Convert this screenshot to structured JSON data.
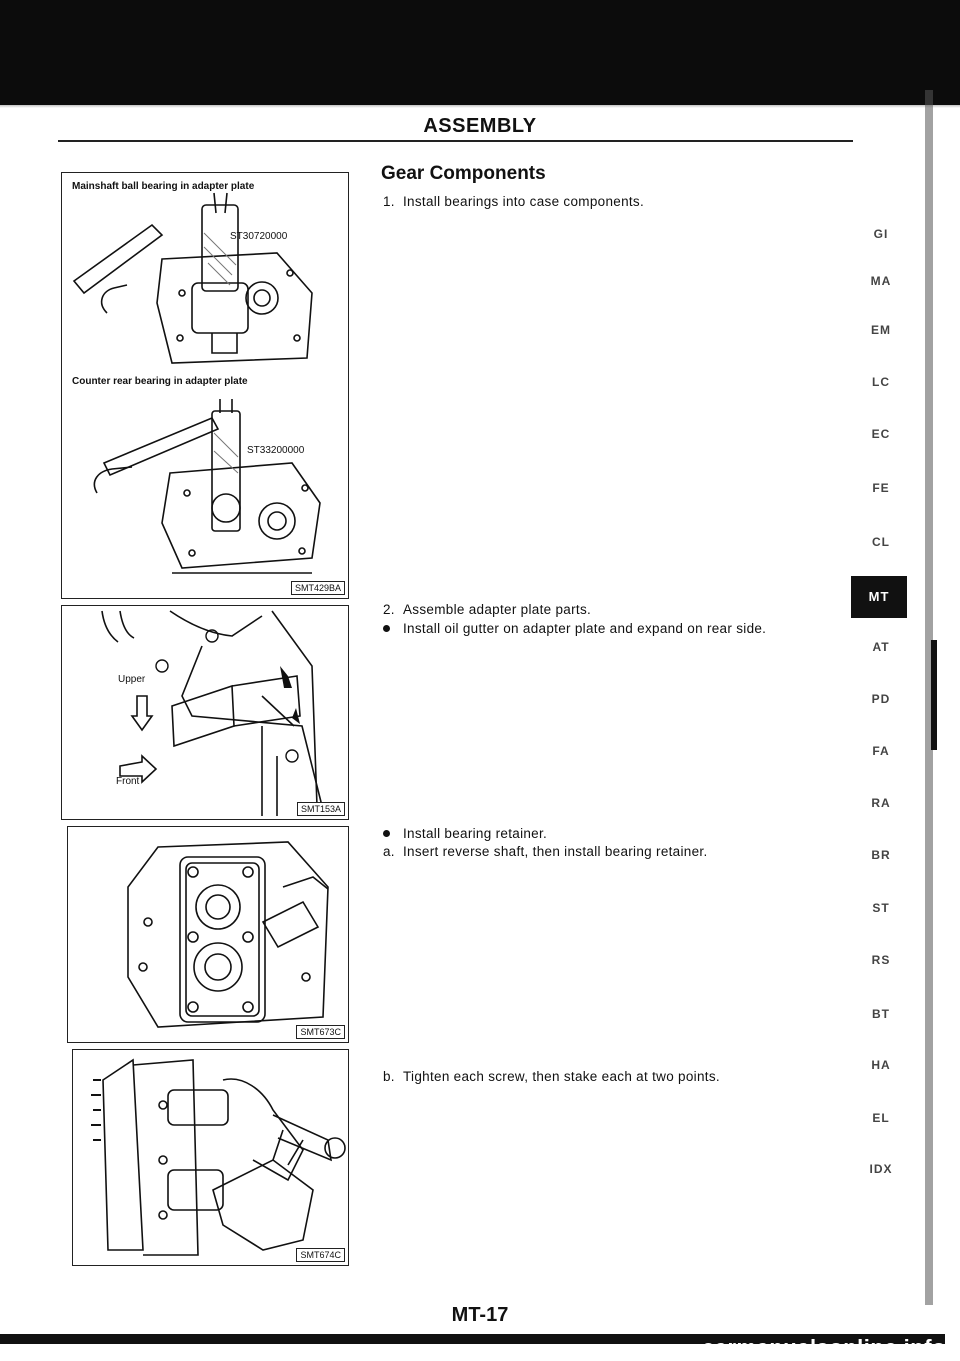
{
  "header": {
    "title": "ASSEMBLY"
  },
  "figures": [
    {
      "caption_top": "Mainshaft ball bearing in adapter plate",
      "tool_top": "ST30720000",
      "caption_mid": "Counter rear bearing in adapter plate",
      "tool_mid": "ST33200000",
      "code": "SMT429BA"
    },
    {
      "label_upper": "Upper",
      "label_front": "Front",
      "code": "SMT153A"
    },
    {
      "code": "SMT673C"
    },
    {
      "code": "SMT674C"
    }
  ],
  "content": {
    "section_title": "Gear Components",
    "steps": [
      {
        "marker": "1.",
        "text": "Install bearings into case components."
      },
      {
        "marker": "2.",
        "text": "Assemble adapter plate parts."
      },
      {
        "marker": "bullet",
        "text": "Install oil gutter on adapter plate and expand on rear side."
      },
      {
        "marker": "bullet",
        "text": "Install bearing retainer."
      },
      {
        "marker": "a.",
        "text": "Insert reverse shaft, then install bearing retainer."
      },
      {
        "marker": "b.",
        "text": "Tighten each screw, then stake each at two points."
      }
    ]
  },
  "side_index": {
    "items": [
      "GI",
      "MA",
      "EM",
      "LC",
      "EC",
      "FE",
      "CL",
      "MT",
      "AT",
      "PD",
      "FA",
      "RA",
      "BR",
      "ST",
      "RS",
      "BT",
      "HA",
      "EL",
      "IDX"
    ],
    "active": "MT"
  },
  "footer": {
    "page_number": "MT-17",
    "watermark": "carmanualsonline.info"
  }
}
